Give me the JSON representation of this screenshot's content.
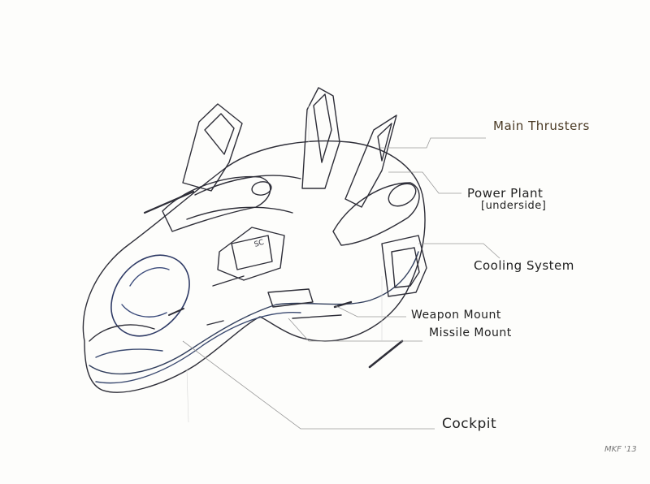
{
  "labels": {
    "main_thrusters": "Main Thrusters",
    "power_plant": "Power Plant",
    "power_plant_note": "[underside]",
    "cooling_system": "Cooling System",
    "weapon_mount": "Weapon Mount",
    "missile_mount": "Missile Mount",
    "cockpit": "Cockpit"
  },
  "hull_marking": "SC",
  "signature": "MKF '13"
}
